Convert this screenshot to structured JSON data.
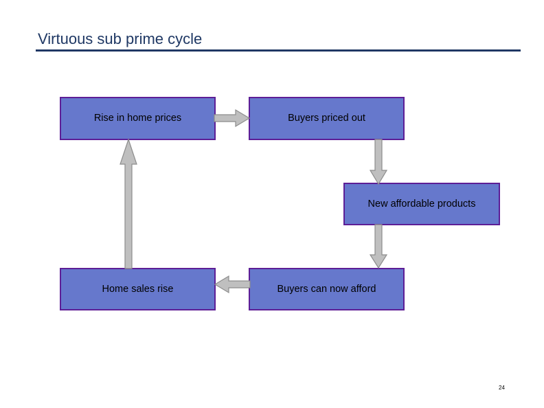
{
  "slide": {
    "title": "Virtuous sub prime cycle",
    "page_number": "24",
    "colors": {
      "title_text": "#1F3864",
      "title_rule": "#1F3864",
      "node_fill": "#6678CC",
      "node_border": "#5D1E96",
      "node_text": "#000000",
      "arrow_fill": "#BFBFBF",
      "arrow_outline": "#808080",
      "background": "#FFFFFF"
    }
  },
  "diagram": {
    "type": "flowchart-cycle",
    "nodes": [
      {
        "id": "rise-home-prices",
        "label": "Rise in home prices"
      },
      {
        "id": "buyers-priced-out",
        "label": "Buyers priced out"
      },
      {
        "id": "new-products",
        "label": "New affordable products"
      },
      {
        "id": "buyers-can-afford",
        "label": "Buyers can now afford"
      },
      {
        "id": "home-sales-rise",
        "label": "Home sales rise"
      }
    ],
    "edges": [
      {
        "from": "rise-home-prices",
        "to": "buyers-priced-out",
        "direction": "right"
      },
      {
        "from": "buyers-priced-out",
        "to": "new-products",
        "direction": "down"
      },
      {
        "from": "new-products",
        "to": "buyers-can-afford",
        "direction": "down"
      },
      {
        "from": "buyers-can-afford",
        "to": "home-sales-rise",
        "direction": "left"
      },
      {
        "from": "home-sales-rise",
        "to": "rise-home-prices",
        "direction": "up"
      }
    ]
  }
}
